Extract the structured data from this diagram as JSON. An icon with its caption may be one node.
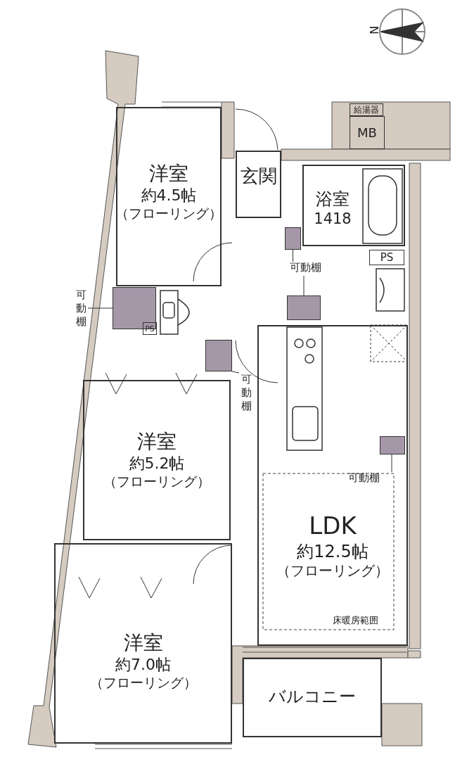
{
  "diagram": {
    "nodes": [
      {
        "text": [
          "洋室",
          "約4.5帖",
          "（フローリング）"
        ]
      },
      {
        "text": [
          "玄関"
        ]
      },
      {
        "text": [
          "浴室",
          "1418"
        ]
      },
      {
        "text": [
          "MB"
        ]
      },
      {
        "text": [
          "給湯器"
        ]
      },
      {
        "text": [
          "PS"
        ]
      },
      {
        "text": [
          "可動棚"
        ]
      },
      {
        "text": [],
        "shape": "box"
      },
      {
        "text": [],
        "shape": "box"
      },
      {
        "text": [
          "可動棚"
        ]
      },
      {
        "text": [],
        "shape": "box"
      },
      {
        "text": [
          "PS"
        ]
      },
      {
        "text": [
          "可動棚"
        ]
      },
      {
        "text": [],
        "shape": "box"
      },
      {
        "text": [
          "洋室",
          "約5.2帖",
          "（フローリング）"
        ]
      },
      {
        "text": [
          "可動棚"
        ],
        "in": 17
      },
      {
        "text": [],
        "shape": "box",
        "in": 17
      },
      {
        "text": [
          "LDK",
          "約12.5帖",
          "（フローリング）"
        ]
      },
      {
        "text": [
          "洋室",
          "約7.0帖",
          "（フローリング）"
        ]
      },
      {
        "text": [
          "バルコニー"
        ]
      }
    ],
    "edges": [
      {
        "from": 6,
        "to": 7,
        "arrow": "none"
      },
      {
        "from": 6,
        "to": 8,
        "arrow": "none"
      },
      {
        "from": 9,
        "to": 10,
        "arrow": "none"
      },
      {
        "from": 12,
        "to": 13,
        "arrow": "none"
      },
      {
        "from": 15,
        "to": 16,
        "arrow": "none"
      }
    ],
    "labels": [
      "N",
      "床暖房範囲"
    ]
  }
}
